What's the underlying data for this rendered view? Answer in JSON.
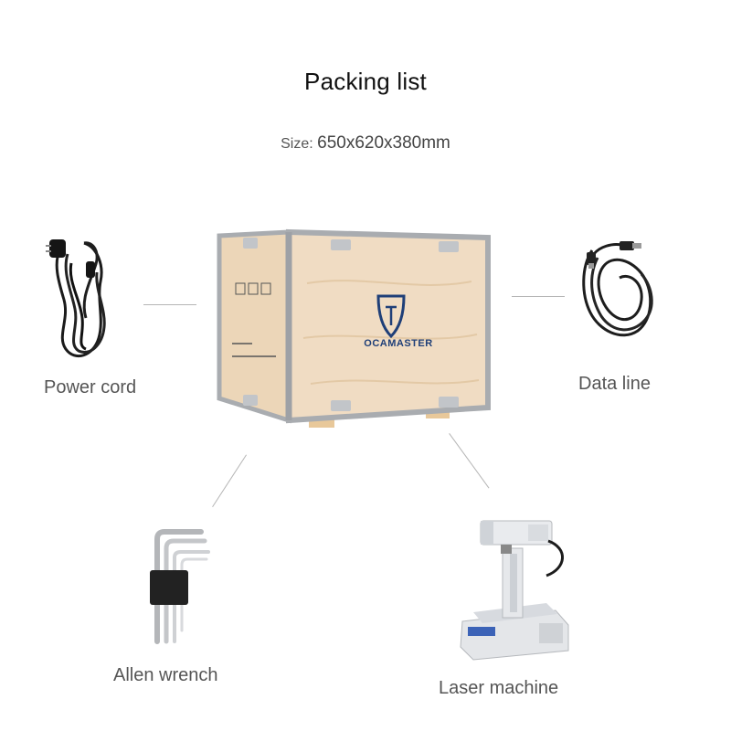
{
  "title": "Packing list",
  "size": {
    "label": "Size:",
    "value": "650x620x380mm"
  },
  "crate": {
    "brand": "OCAMASTER"
  },
  "items": {
    "power_cord": "Power cord",
    "data_line": "Data line",
    "allen_wrench": "Allen wrench",
    "laser_machine": "Laser machine"
  },
  "colors": {
    "wood": "#f0dcc3",
    "frame": "#a9acb0",
    "brand_blue": "#1f3f78"
  }
}
